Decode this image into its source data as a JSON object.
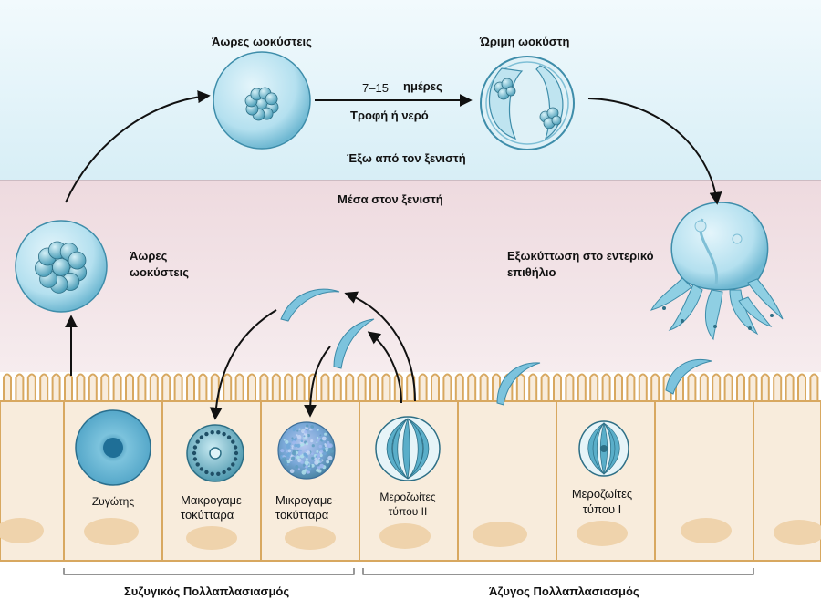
{
  "labels": {
    "unsporulated_top": "Άωρες ωοκύστεις",
    "mature_oocyst": "Ώριμη ωοκύστη",
    "days": "7–15",
    "days_unit": "ημέρες",
    "food_water": "Τροφή ή νερό",
    "outside_host": "Έξω από τον ξενιστή",
    "inside_host": "Μέσα στον ξενιστή",
    "unsporulated_left_1": "Άωρες",
    "unsporulated_left_2": "ωοκύστεις",
    "excystation_1": "Εξωκύττωση στο εντερικό",
    "excystation_2": "επιθήλιο",
    "zygote": "Ζυγώτης",
    "macro_1": "Μακρογαμε-",
    "macro_2": "τοκύτταρα",
    "micro_1": "Μικρογαμε-",
    "micro_2": "τοκύτταρα",
    "mero2_1": "Μεροζωίτες",
    "mero2_2": "τύπου ΙΙ",
    "mero1_1": "Μεροζωίτες",
    "mero1_2": "τύπου Ι",
    "sexual": "Συζυγικός Πολλαπλασιασμός",
    "asexual": "Άζυγος Πολλαπλασιασμός"
  },
  "colors": {
    "outside_bg": "#e2f2f8",
    "inside_bg": "#f1e2e5",
    "cell_fill": "#f8ecdc",
    "cell_border": "#d8a860",
    "nucleus": "#efd3ac",
    "cyst_blue": "#9fd6e8",
    "arrow": "#111111"
  }
}
